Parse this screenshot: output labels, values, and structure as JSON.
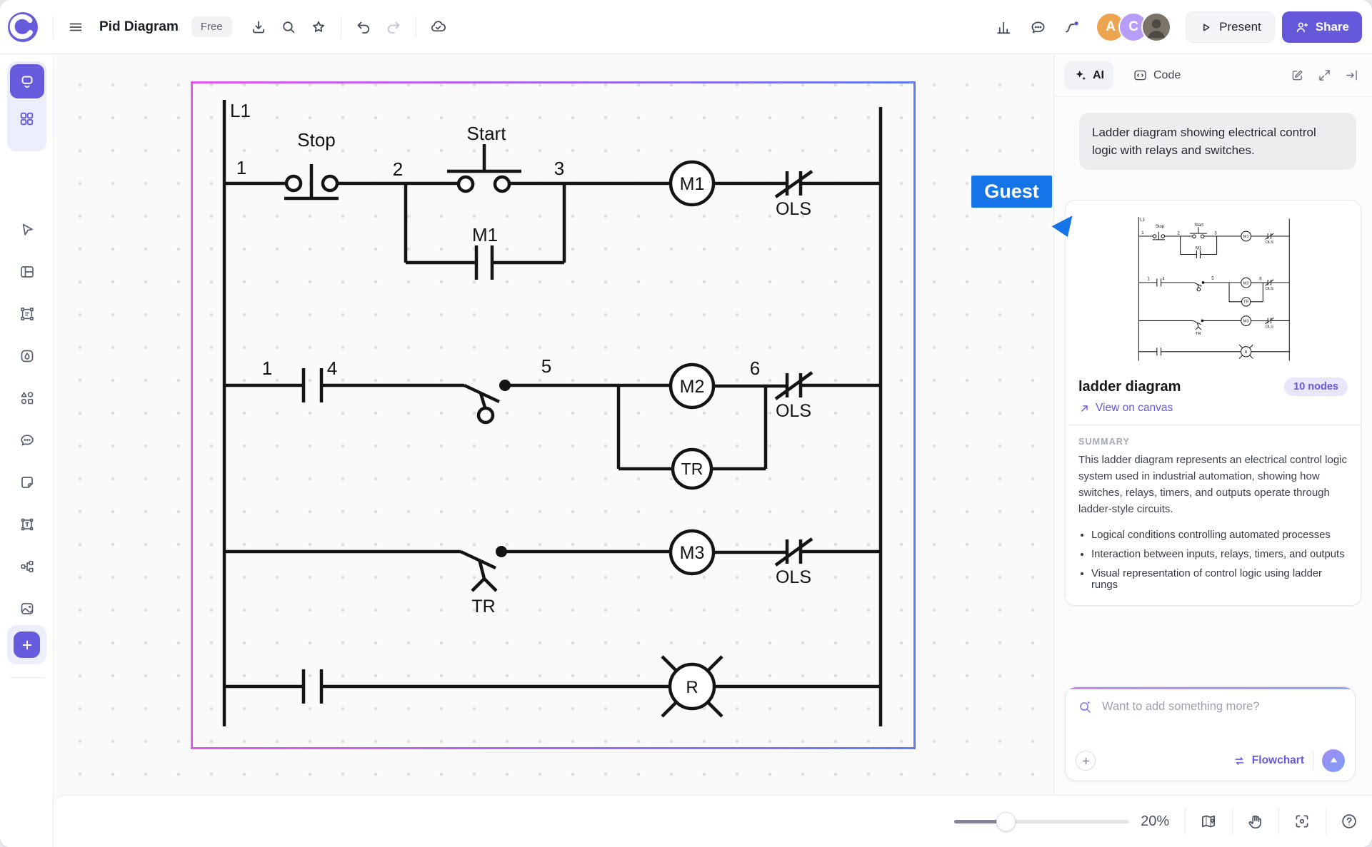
{
  "header": {
    "title": "Pid Diagram",
    "plan_badge": "Free",
    "present_label": "Present",
    "share_label": "Share",
    "avatars": [
      {
        "initial": "A",
        "color": "#eda450"
      },
      {
        "initial": "C",
        "color": "#b79df7"
      },
      {
        "initial": "photo",
        "color": "#8a8d92"
      }
    ],
    "icons": [
      "logo",
      "hamburger",
      "download",
      "search",
      "star",
      "undo",
      "redo",
      "cloud-check",
      "chart",
      "comments",
      "activity"
    ]
  },
  "sidebar": {
    "icons": [
      "canvas-tool",
      "apps-grid",
      "cursor",
      "layout",
      "frame",
      "shape",
      "shapes",
      "comment",
      "sticky-note",
      "text",
      "connector",
      "image",
      "document",
      "add"
    ]
  },
  "canvas": {
    "guest_label": "Guest"
  },
  "diagram": {
    "l1": "L1",
    "stop": "Stop",
    "start": "Start",
    "n1": "1",
    "n2": "2",
    "n3": "3",
    "n4": "4",
    "n5": "5",
    "n6": "6",
    "m1": "M1",
    "m2": "M2",
    "m3": "M3",
    "tr": "TR",
    "ols": "OLS",
    "r": "R"
  },
  "panel": {
    "tabs": {
      "ai": "AI",
      "code": "Code"
    },
    "message": "Ladder diagram showing electrical control logic with relays and switches.",
    "card": {
      "title": "ladder diagram",
      "nodes_badge": "10 nodes",
      "link_label": "View on canvas",
      "summary_label": "SUMMARY",
      "summary": "This ladder diagram represents an electrical control logic system used in industrial automation, showing how switches, relays, timers, and outputs operate through ladder-style circuits.",
      "bullets": [
        "Logical conditions controlling automated processes",
        "Interaction between inputs, relays, timers, and outputs",
        "Visual representation of control logic using ladder rungs"
      ]
    },
    "input": {
      "placeholder": "Want to add something more?",
      "mode_label": "Flowchart"
    }
  },
  "footer": {
    "zoom_label": "20%"
  },
  "colors": {
    "brand": "#6457d9",
    "guest": "#1574e8",
    "selection_left": "#e557ee",
    "selection_right": "#5e7cf6",
    "notification_dot": "#5b55d6"
  }
}
